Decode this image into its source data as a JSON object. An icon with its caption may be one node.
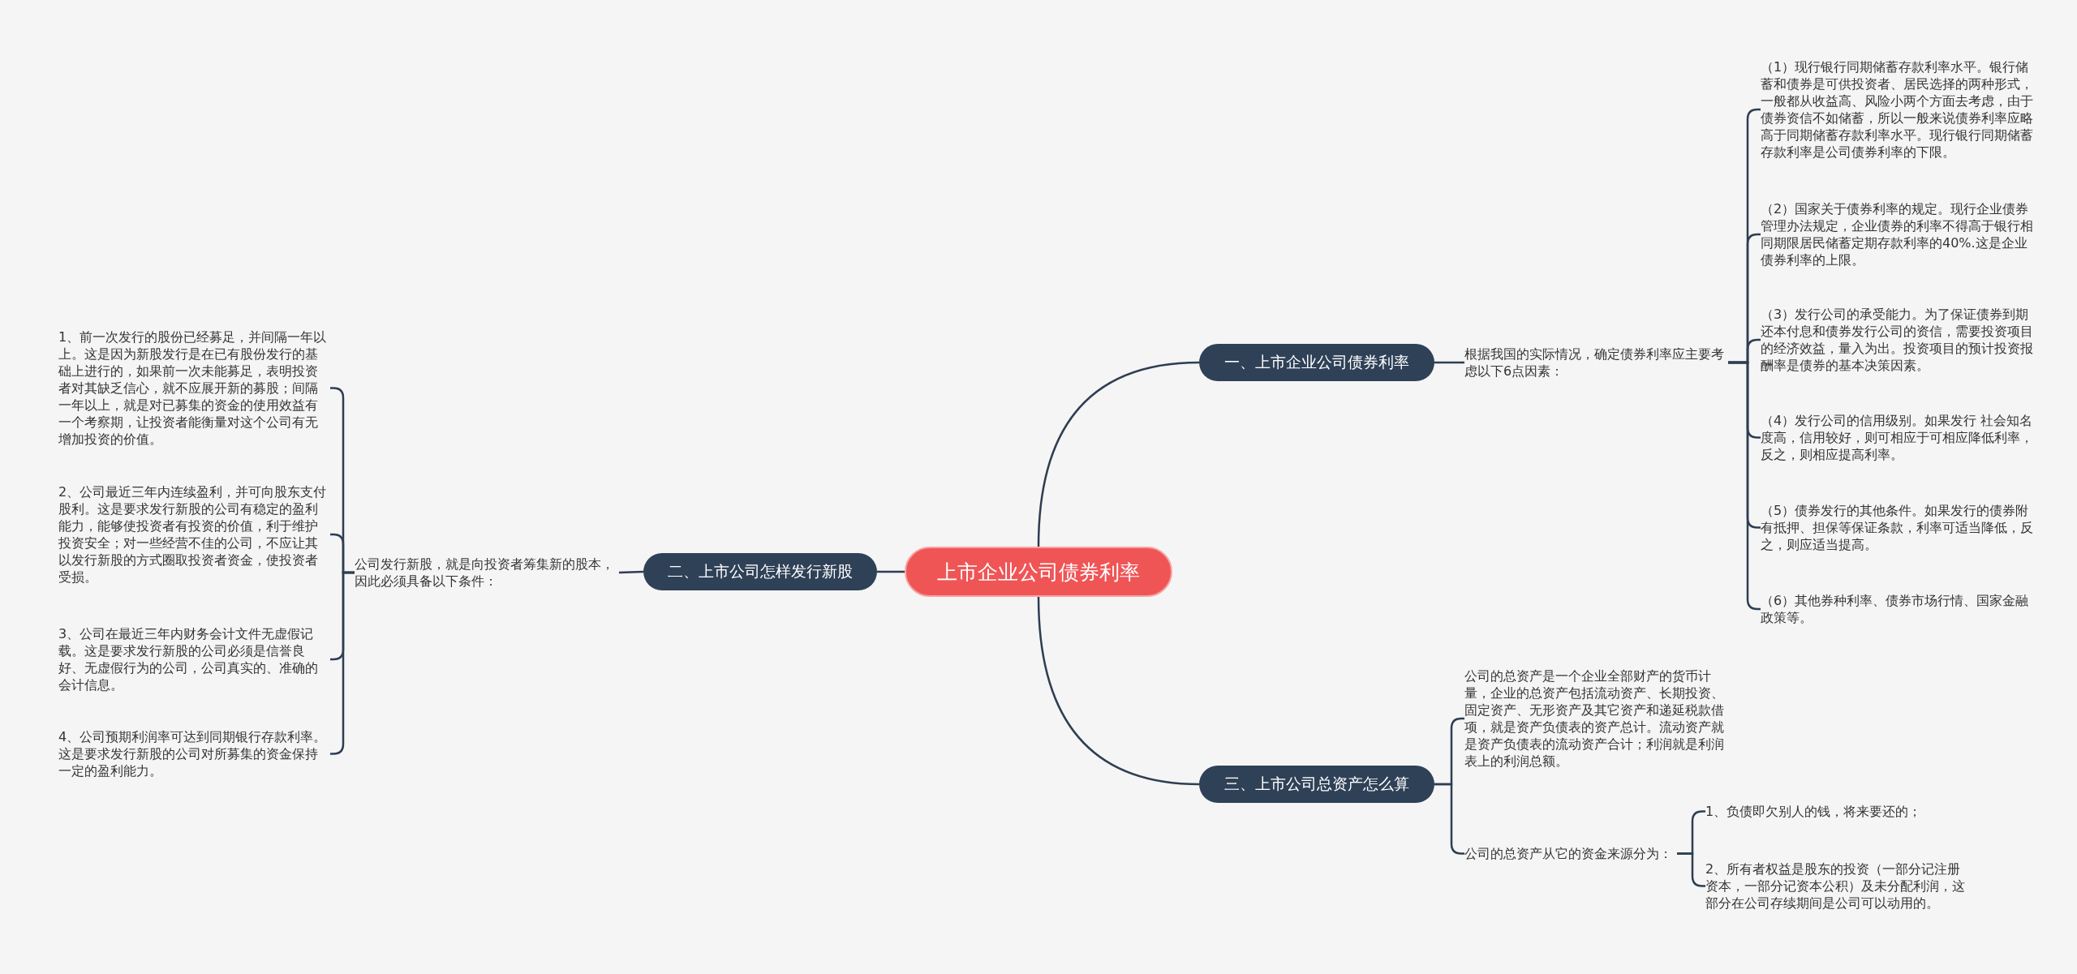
{
  "diagram": {
    "nodes": [
      {
        "text": [
          "上市企业公司债券利率"
        ]
      },
      {
        "text": [
          "一、上市企业公司债券利率"
        ]
      },
      {
        "text": [
          "根据我国的实际情况，确定债券利率应主要考虑以下6点因素："
        ]
      },
      {
        "text": [
          "（1）现行银行同期储蓄存款利率水平。银行储蓄和债券是可供投资者、居民选择的两种形式，一般都从收益高、风险小两个方面去考虑，由于债券资信不如储蓄，所以一般来说债券利率应略高于同期储蓄存款利率水平。现行银行同期储蓄存款利率是公司债券利率的下限。"
        ]
      },
      {
        "text": [
          "（2）国家关于债券利率的规定。现行企业债券管理办法规定，企业债券的利率不得高于银行相同期限居民储蓄定期存款利率的40%.这是企业债券利率的上限。"
        ]
      },
      {
        "text": [
          "（3）发行公司的承受能力。为了保证债券到期还本付息和债券发行公司的资信，需要投资项目的经济效益，量入为出。投资项目的预计投资报酬率是债券的基本决策因素。"
        ]
      },
      {
        "text": [
          "（4）发行公司的信用级别。如果发行 社会知名度高，信用较好，则可相应于可相应降低利率，反之，则相应提高利率。"
        ]
      },
      {
        "text": [
          "（5）债券发行的其他条件。如果发行的债券附有抵押、担保等保证条款，利率可适当降低，反之，则应适当提高。"
        ]
      },
      {
        "text": [
          "（6）其他券种利率、债券市场行情、国家金融政策等。"
        ]
      },
      {
        "text": [
          "二、上市公司怎样发行新股"
        ]
      },
      {
        "text": [
          "公司发行新股，就是向投资者筹集新的股本，因此必须具备以下条件："
        ]
      },
      {
        "text": [
          "1、前一次发行的股份已经募足，并间隔一年以上。这是因为新股发行是在已有股份发行的基础上进行的，如果前一次未能募足，表明投资者对其缺乏信心，就不应展开新的募股；间隔一年以上，就是对已募集的资金的使用效益有一个考察期，让投资者能衡量对这个公司有无增加投资的价值。"
        ]
      },
      {
        "text": [
          "2、公司最近三年内连续盈利，并可向股东支付股利。这是要求发行新股的公司有稳定的盈利能力，能够使投资者有投资的价值，利于维护投资安全；对一些经营不佳的公司，不应让其以发行新股的方式圈取投资者资金，使投资者受损。"
        ]
      },
      {
        "text": [
          "3、公司在最近三年内财务会计文件无虚假记载。这是要求发行新股的公司必须是信誉良好、无虚假行为的公司，公司真实的、准确的会计信息。"
        ]
      },
      {
        "text": [
          "4、公司预期利润率可达到同期银行存款利率。这是要求发行新股的公司对所募集的资金保持一定的盈利能力。"
        ]
      },
      {
        "text": [
          "三、上市公司总资产怎么算"
        ]
      },
      {
        "text": [
          "公司的总资产是一个企业全部财产的货币计量，企业的总资产包括流动资产、长期投资、固定资产、无形资产及其它资产和递延税款借项，就是资产负债表的资产总计。流动资产就是资产负债表的流动资产合计；利润就是利润表上的利润总额。"
        ]
      },
      {
        "text": [
          "公司的总资产从它的资金来源分为："
        ]
      },
      {
        "text": [
          "1、负债即欠别人的钱，将来要还的；"
        ]
      },
      {
        "text": [
          "2、所有者权益是股东的投资（一部分记注册资本，一部分记资本公积）及未分配利润，这部分在公司存续期间是公司可以动用的。"
        ]
      }
    ],
    "edges": [
      {
        "from": 0,
        "to": 1,
        "arrow": "none"
      },
      {
        "from": 1,
        "to": 2,
        "arrow": "none"
      },
      {
        "from": 2,
        "to": 3,
        "arrow": "none"
      },
      {
        "from": 2,
        "to": 4,
        "arrow": "none"
      },
      {
        "from": 2,
        "to": 5,
        "arrow": "none"
      },
      {
        "from": 2,
        "to": 6,
        "arrow": "none"
      },
      {
        "from": 2,
        "to": 7,
        "arrow": "none"
      },
      {
        "from": 2,
        "to": 8,
        "arrow": "none"
      },
      {
        "from": 0,
        "to": 9,
        "arrow": "none"
      },
      {
        "from": 9,
        "to": 10,
        "arrow": "none"
      },
      {
        "from": 10,
        "to": 11,
        "arrow": "none"
      },
      {
        "from": 10,
        "to": 12,
        "arrow": "none"
      },
      {
        "from": 10,
        "to": 13,
        "arrow": "none"
      },
      {
        "from": 10,
        "to": 14,
        "arrow": "none"
      },
      {
        "from": 0,
        "to": 15,
        "arrow": "none"
      },
      {
        "from": 15,
        "to": 16,
        "arrow": "none"
      },
      {
        "from": 15,
        "to": 17,
        "arrow": "none"
      },
      {
        "from": 17,
        "to": 18,
        "arrow": "none"
      },
      {
        "from": 17,
        "to": 19,
        "arrow": "none"
      }
    ]
  }
}
